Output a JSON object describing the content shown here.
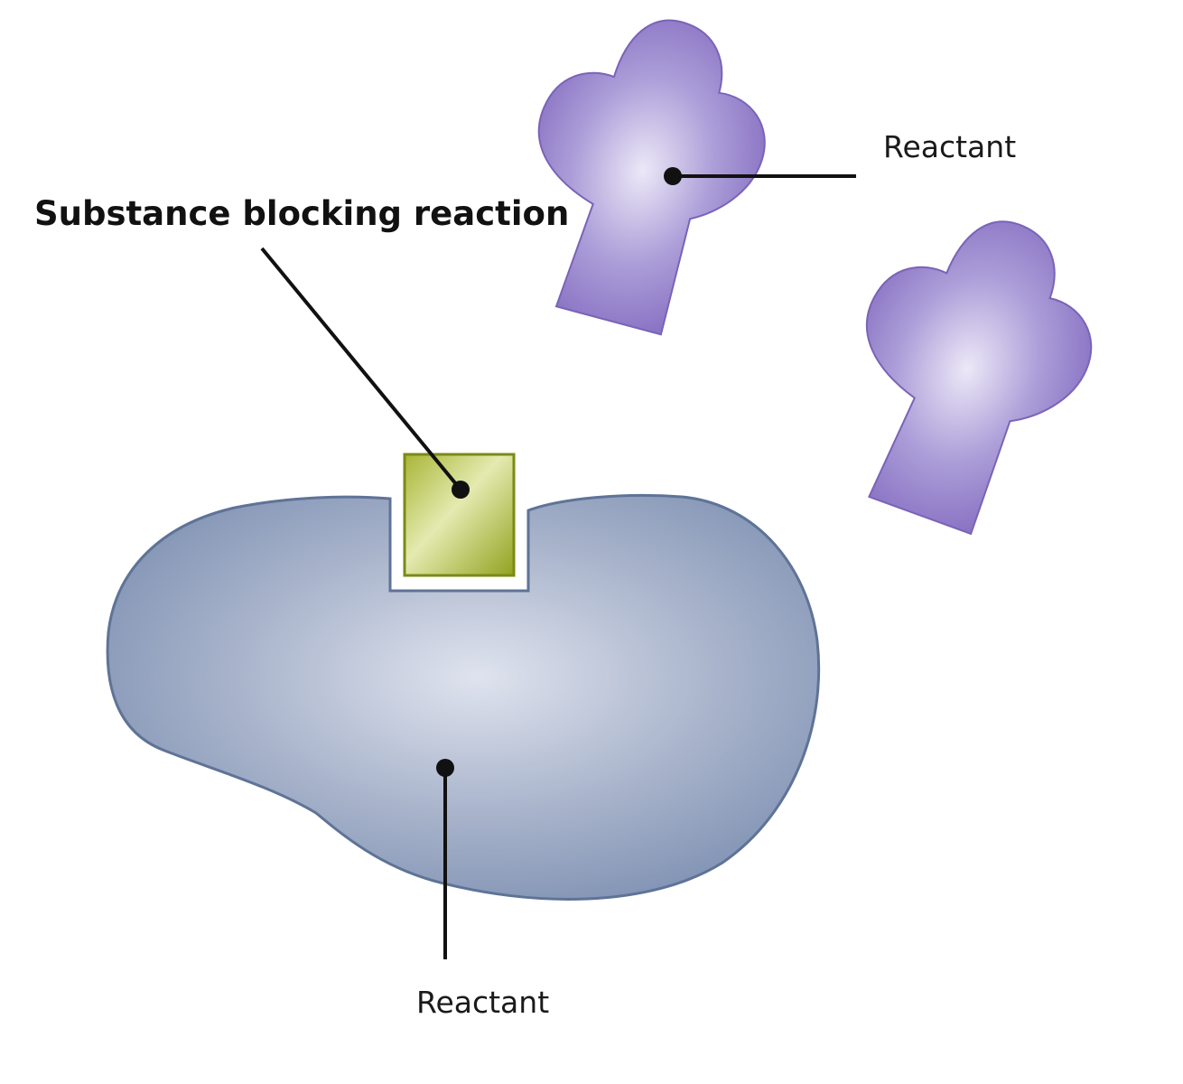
{
  "labels": {
    "blocker": "Substance blocking reaction",
    "reactant_top_right": "Reactant",
    "reactant_bottom": "Reactant"
  },
  "colors": {
    "large_reactant": "#7f91b3",
    "large_reactant_highlight": "#dfe3ee",
    "small_reactant": "#8a74c4",
    "small_reactant_highlight": "#ece8f7",
    "blocker": "#9aaa2a",
    "blocker_highlight": "#e4eab0"
  }
}
